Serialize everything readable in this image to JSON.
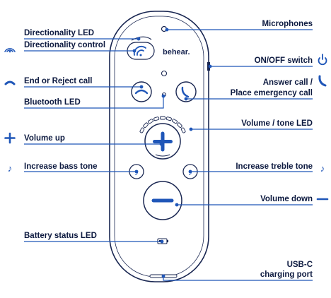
{
  "device": {
    "brand": "behear."
  },
  "labels": {
    "directionality_led": "Directionality LED",
    "directionality_control": "Directionality control",
    "microphones": "Microphones",
    "on_off_switch": "ON/OFF switch",
    "end_reject_call": "End or Reject call",
    "answer_call_line1": "Answer call /",
    "answer_call_line2": "Place emergency call",
    "bluetooth_led": "Bluetooth LED",
    "volume_tone_led": "Volume / tone LED",
    "volume_up": "Volume up",
    "increase_bass_tone": "Increase bass tone",
    "increase_treble_tone": "Increase treble tone",
    "volume_down": "Volume down",
    "battery_status_led": "Battery status LED",
    "usb_c_line1": "USB-C",
    "usb_c_line2": "charging port"
  },
  "colors": {
    "accent_blue": "#1f56b8",
    "label_text": "#0d1a40",
    "device_outline": "#1a2752"
  },
  "icons": {
    "directionality": "wifi-arc-icon",
    "power": "power-icon",
    "end_call": "phone-hangup-icon",
    "answer_call": "phone-icon",
    "plus": "plus-icon",
    "minus": "minus-icon",
    "bass_note": "music-note-icon",
    "treble_note": "music-note-icon"
  }
}
